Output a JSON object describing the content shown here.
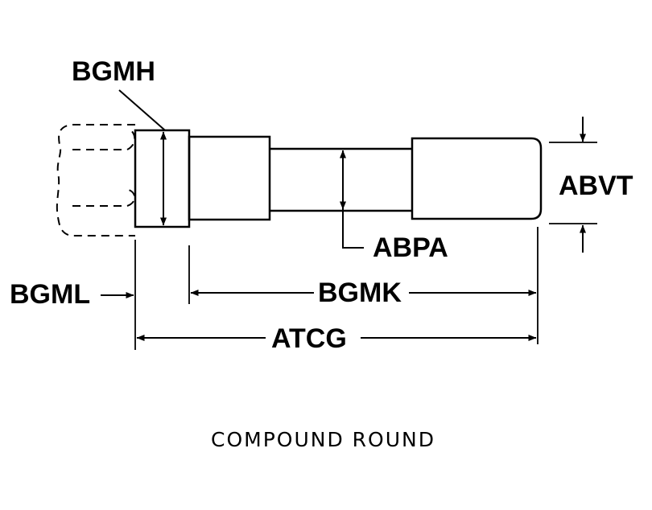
{
  "labels": {
    "bgmh": "BGMH",
    "abvt": "ABVT",
    "abpa": "ABPA",
    "bgml": "BGML",
    "bgmk": "BGMK",
    "atcg": "ATCG"
  },
  "caption": "COMPOUND ROUND"
}
